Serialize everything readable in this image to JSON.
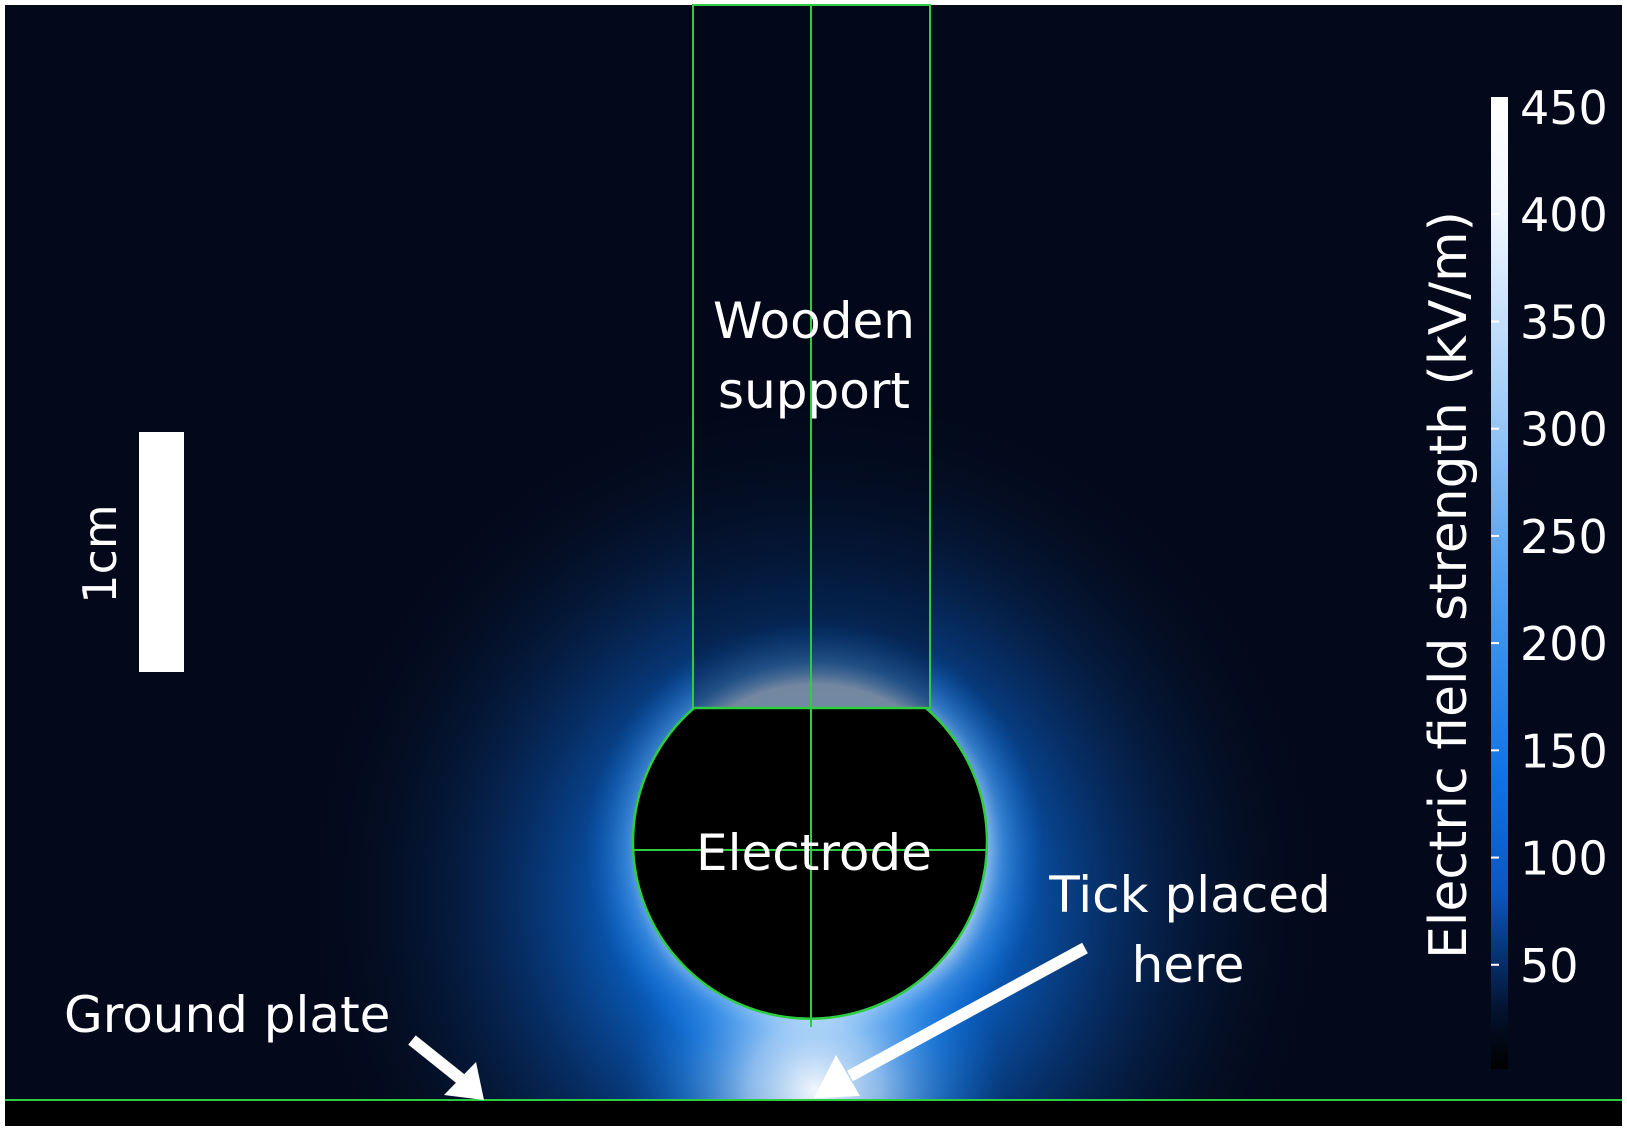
{
  "labels": {
    "wooden_support_line1": "Wooden",
    "wooden_support_line2": "support",
    "electrode": "Electrode",
    "ground_plate": "Ground plate",
    "tick_line1": "Tick placed",
    "tick_line2": "here",
    "scale_bar": "1cm"
  },
  "colorbar": {
    "title": "Electric field strength (kV/m)",
    "ticks": [
      "450",
      "400",
      "350",
      "300",
      "250",
      "200",
      "150",
      "100",
      "50"
    ],
    "range": [
      0,
      450
    ],
    "colors": {
      "low": "#000000",
      "mid": "#0a6fe0",
      "high": "#ffffff"
    }
  },
  "colors": {
    "background": "#03091a",
    "outline": "#2ecc40",
    "text": "#ffffff",
    "electrode_fill": "#000000",
    "ground_plate": "#000000"
  }
}
